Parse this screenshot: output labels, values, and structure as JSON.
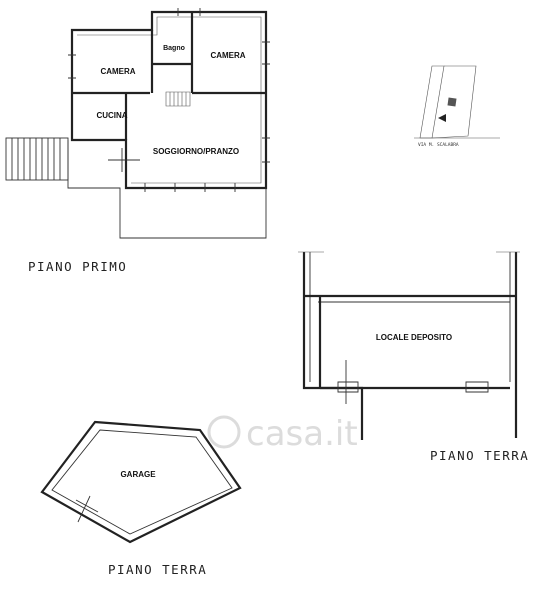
{
  "first_floor": {
    "label": "PIANO PRIMO",
    "rooms": {
      "camera_left": "CAMERA",
      "bagno": "Bagno",
      "camera_right": "CAMERA",
      "cucina": "CUCINA",
      "soggiorno": "SOGGIORNO/PRANZO"
    }
  },
  "deposit_floor": {
    "label": "PIANO TERRA",
    "room": "LOCALE DEPOSITO"
  },
  "garage_floor": {
    "label": "PIANO TERRA",
    "room": "GARAGE"
  },
  "site_plan": {
    "street": "VIA M. SCALABRA"
  },
  "watermark": "casa.it"
}
